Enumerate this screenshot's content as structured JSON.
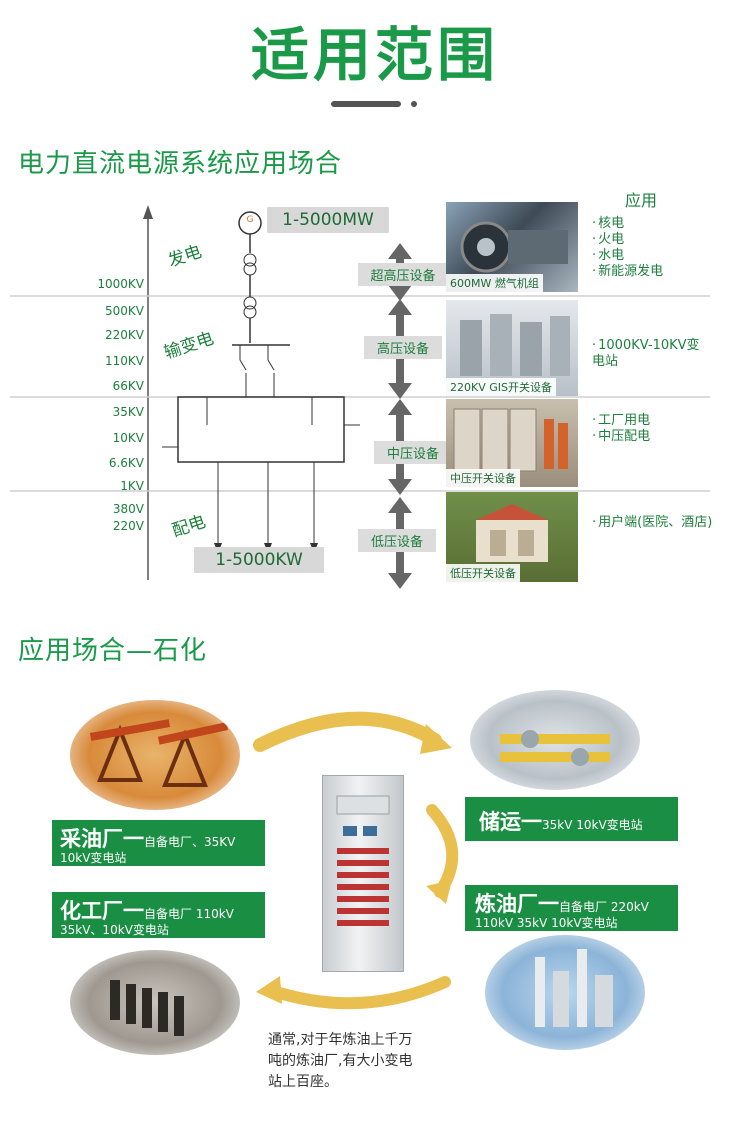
{
  "header": {
    "title": "适用范围"
  },
  "section1": {
    "title": "电力直流电源系统应用场合",
    "top_output": "1-5000MW",
    "bottom_output": "1-5000KW",
    "generator_symbol": "G",
    "applications_header": "应用",
    "stages": [
      "发电",
      "输变电",
      "配电"
    ],
    "voltages": [
      "1000KV",
      "500KV",
      "220KV",
      "110KV",
      "66KV",
      "35KV",
      "10KV",
      "6.6KV",
      "1KV",
      "380V",
      "220V"
    ],
    "categories": [
      "超高压设备",
      "高压设备",
      "中压设备",
      "低压设备"
    ],
    "photo_captions": [
      "600MW 燃气机组",
      "220KV GIS开关设备",
      "中压开关设备",
      "低压开关设备"
    ],
    "applications": {
      "gen": [
        "核电",
        "火电",
        "水电",
        "新能源发电"
      ],
      "hv": [
        "1000KV-10KV变电站"
      ],
      "mv": [
        "工厂用电",
        "中压配电"
      ],
      "lv": [
        "用户端(医院、酒店)"
      ]
    }
  },
  "section2": {
    "title": "应用场合—石化",
    "oil_field": {
      "head": "采油厂一",
      "line1": "自备电厂、35KV",
      "line2": "10kV变电站"
    },
    "chemical": {
      "head": "化工厂一",
      "line1": "自备电厂 110kV",
      "line2": "35kV、10kV变电站"
    },
    "storage": {
      "head": "储运一",
      "line1": "35kV 10kV变电站"
    },
    "refinery": {
      "head": "炼油厂一",
      "line1": "自备电厂 220kV",
      "line2": "110kV 35kV 10kV变电站"
    },
    "note": [
      "通常,对于年炼油上千万",
      "吨的炼油厂,有大小变电",
      "站上百座。"
    ]
  }
}
